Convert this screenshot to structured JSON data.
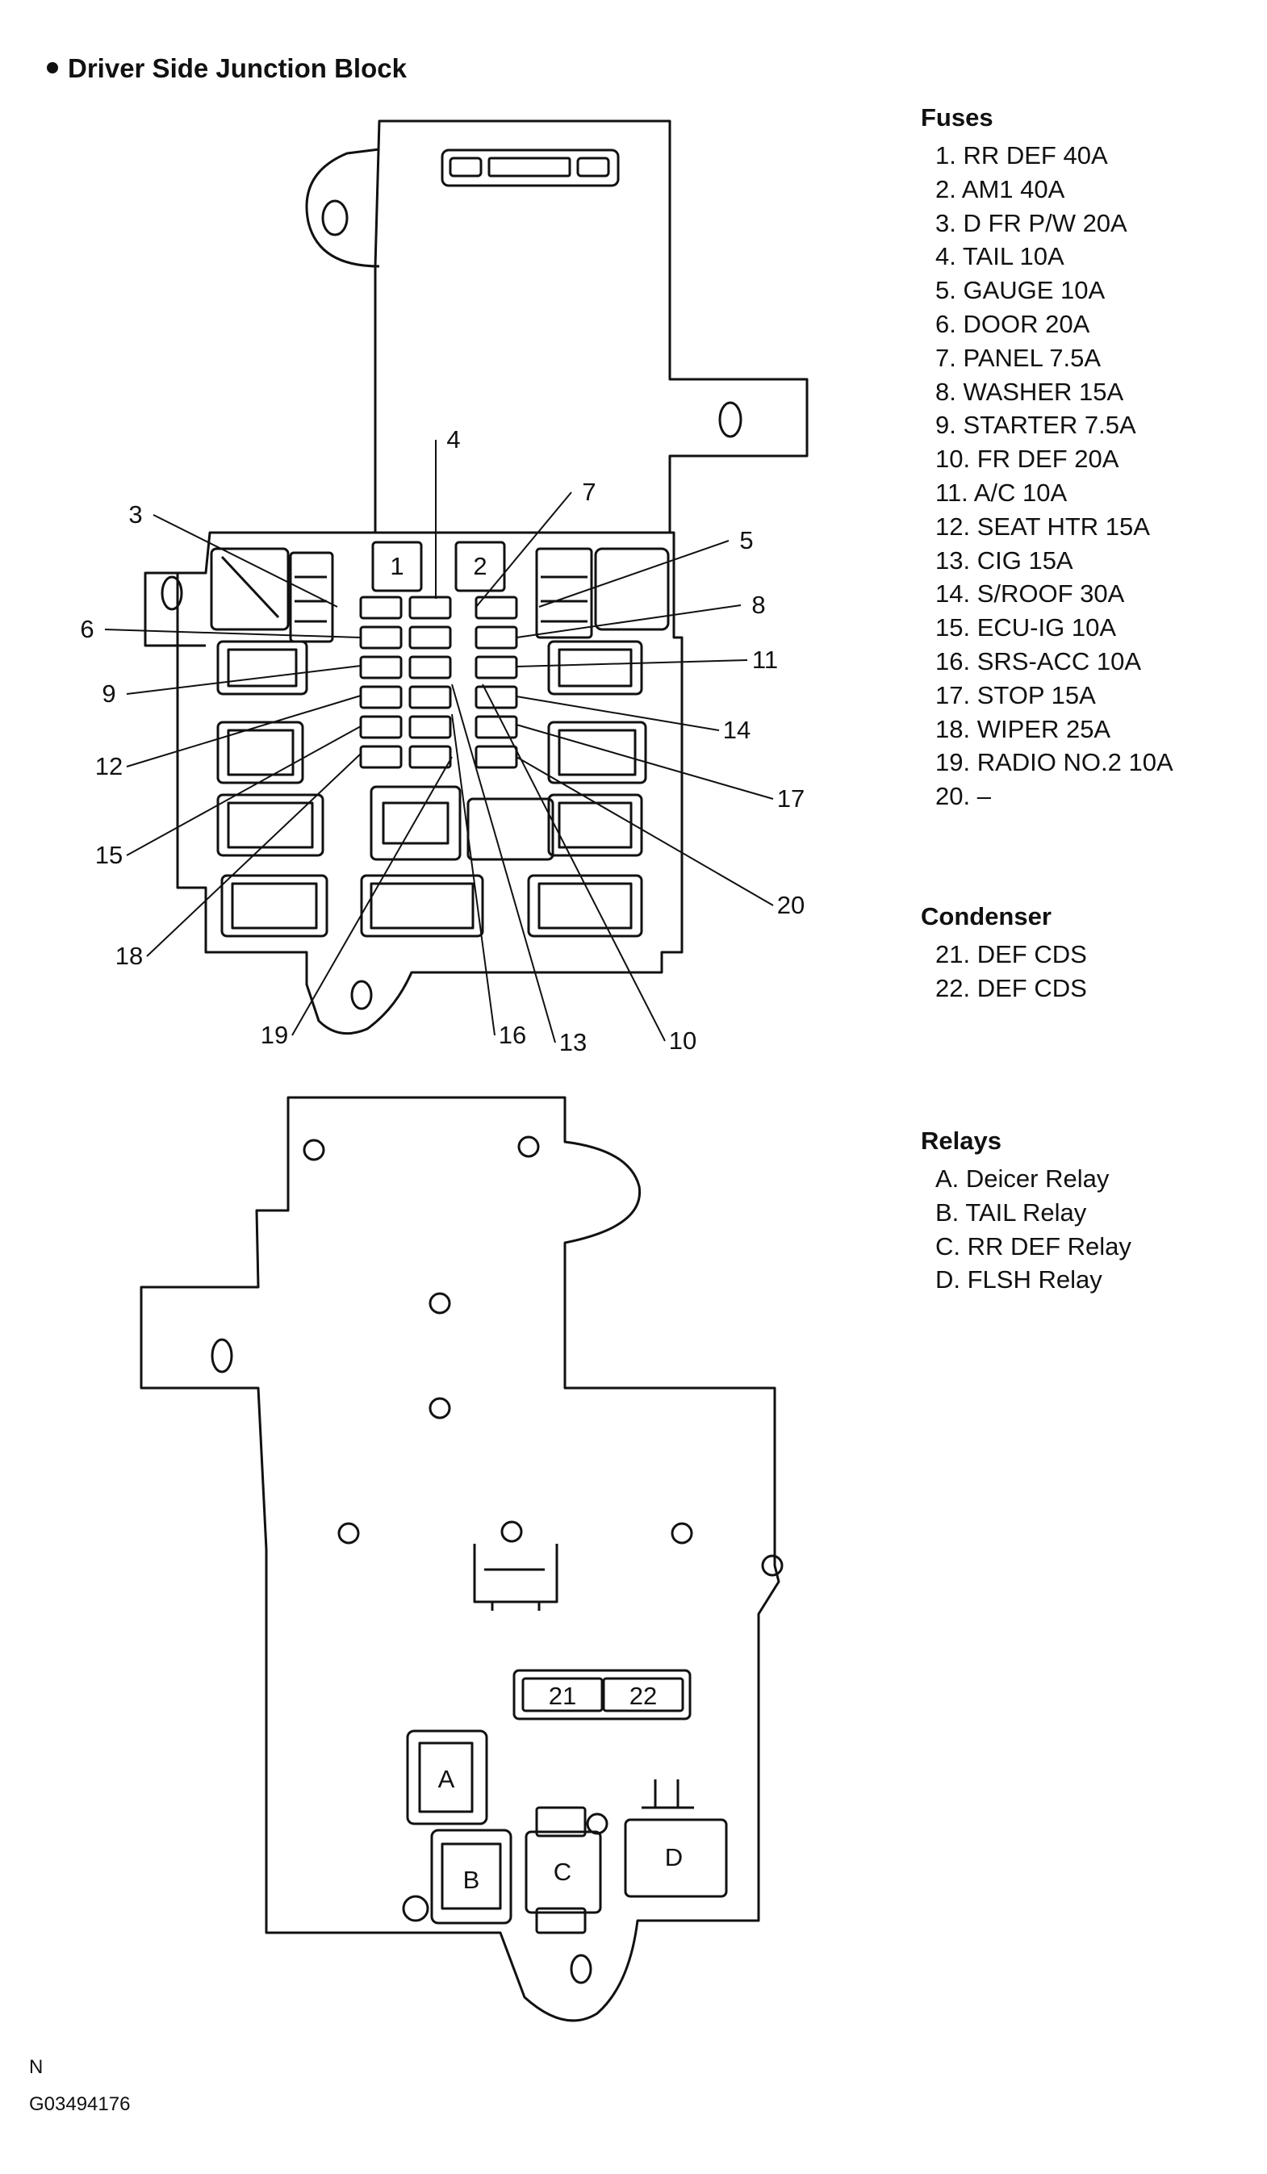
{
  "title": "Driver Side Junction Block",
  "fuses": {
    "heading": "Fuses",
    "items": [
      {
        "num": "1.",
        "name": "RR DEF 40A"
      },
      {
        "num": "2.",
        "name": "AM1 40A"
      },
      {
        "num": "3.",
        "name": "D FR P/W 20A"
      },
      {
        "num": "4.",
        "name": "TAIL 10A"
      },
      {
        "num": "5.",
        "name": "GAUGE 10A"
      },
      {
        "num": "6.",
        "name": "DOOR 20A"
      },
      {
        "num": "7.",
        "name": "PANEL 7.5A"
      },
      {
        "num": "8.",
        "name": "WASHER 15A"
      },
      {
        "num": "9.",
        "name": "STARTER 7.5A"
      },
      {
        "num": "10.",
        "name": "FR DEF 20A"
      },
      {
        "num": "11.",
        "name": "A/C 10A"
      },
      {
        "num": "12.",
        "name": "SEAT HTR 15A"
      },
      {
        "num": "13.",
        "name": "CIG 15A"
      },
      {
        "num": "14.",
        "name": "S/ROOF 30A"
      },
      {
        "num": "15.",
        "name": "ECU-IG 10A"
      },
      {
        "num": "16.",
        "name": "SRS-ACC 10A"
      },
      {
        "num": "17.",
        "name": "STOP 15A"
      },
      {
        "num": "18.",
        "name": "WIPER 25A"
      },
      {
        "num": "19.",
        "name": "RADIO NO.2 10A"
      },
      {
        "num": "20.",
        "name": "–"
      }
    ]
  },
  "condenser": {
    "heading": "Condenser",
    "items": [
      {
        "num": "21.",
        "name": "DEF CDS"
      },
      {
        "num": "22.",
        "name": "DEF CDS"
      }
    ]
  },
  "relays": {
    "heading": "Relays",
    "items": [
      {
        "num": "A.",
        "name": "Deicer Relay"
      },
      {
        "num": "B.",
        "name": "TAIL Relay"
      },
      {
        "num": "C.",
        "name": "RR DEF Relay"
      },
      {
        "num": "D.",
        "name": "FLSH Relay"
      }
    ]
  },
  "diagram_labels": {
    "top_callouts": [
      "1",
      "2",
      "3",
      "4",
      "5",
      "6",
      "7",
      "8",
      "9",
      "10",
      "11",
      "12",
      "13",
      "14",
      "15",
      "16",
      "17",
      "18",
      "19",
      "20"
    ],
    "bottom_slots": [
      "21",
      "22"
    ],
    "relay_letters": [
      "A",
      "B",
      "C",
      "D"
    ]
  },
  "footer": {
    "code_letter": "N",
    "figure_id": "G03494176"
  }
}
